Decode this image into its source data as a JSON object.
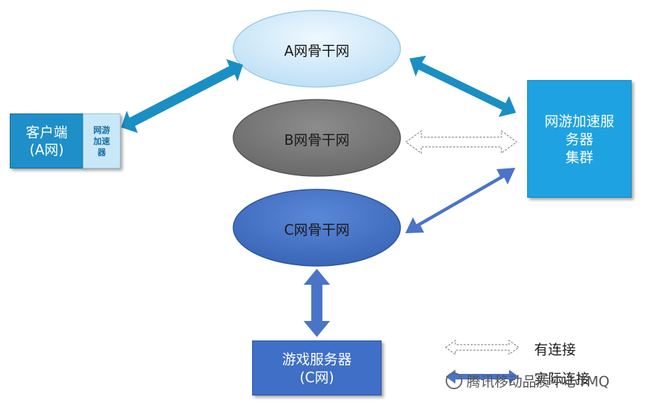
{
  "client": {
    "line1": "客户端",
    "line2": "(A网)"
  },
  "accelerator": {
    "line1": "网游",
    "line2": "加速",
    "line3": "器"
  },
  "backbones": {
    "a": "A网骨干网",
    "b": "B网骨干网",
    "c": "C网骨干网"
  },
  "cluster": {
    "line1": "网游加速服",
    "line2": "务器",
    "line3": "集群"
  },
  "game_server": {
    "line1": "游戏服务器",
    "line2": "(C网)"
  },
  "legend": {
    "dashed_label": "有连接",
    "solid_label": "实际连接"
  },
  "watermark": "腾讯移动品质中心TMQ",
  "colors": {
    "arrow_cyan": "#1a8fc4",
    "arrow_blue": "#4a74c8",
    "oval_a": "#cfe8f8",
    "oval_b": "#7a7a7a",
    "oval_c": "#3c6fc6",
    "client_box": "#1e8fc8",
    "cluster_box": "#1fa2e2",
    "game_server_box": "#3f6fc6"
  }
}
